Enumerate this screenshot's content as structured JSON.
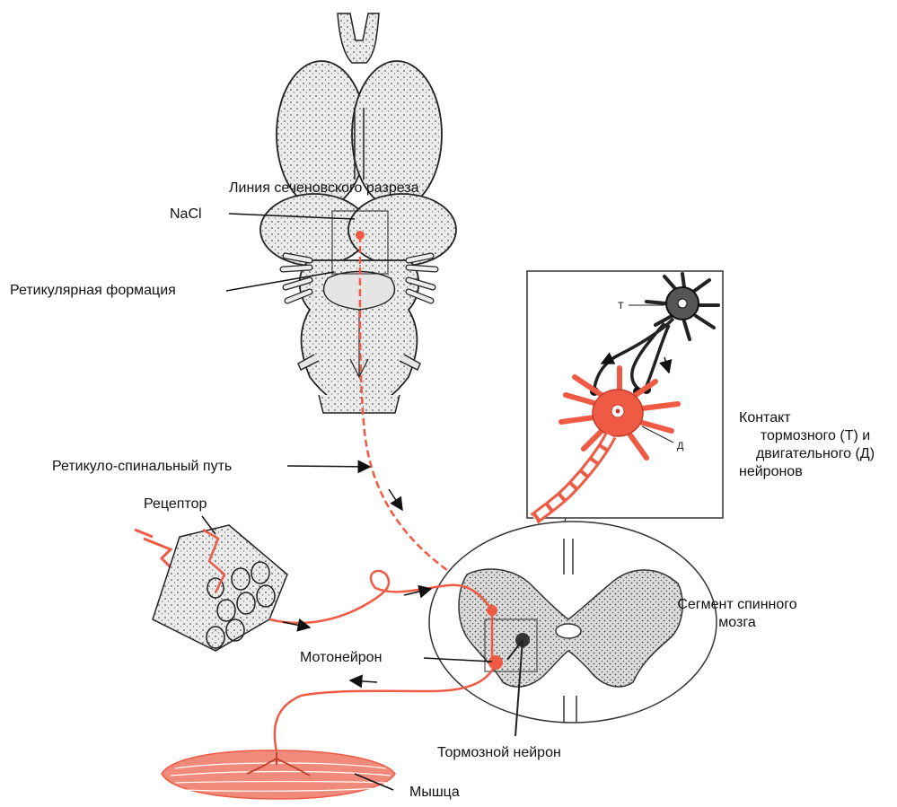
{
  "labels": {
    "section_line": "Линия сеченовского разреза",
    "nacl": "NaCl",
    "reticular": "Ретикулярная формация",
    "reticulo_spinal": "Ретикуло-спинальный путь",
    "receptor": "Рецептор",
    "motoneuron": "Мотонейрон",
    "inhib_neuron": "Тормозной нейрон",
    "muscle": "Мышца",
    "spinal_segment_1": "Сегмент спинного",
    "spinal_segment_2": "мозга",
    "contact_1": "Контакт",
    "contact_2": "тормозного (Т) и",
    "contact_3": "двигательного (Д)",
    "contact_4": "нейронов",
    "inset_t": "Т",
    "inset_d": "Д"
  },
  "colors": {
    "red": "#ef5a45",
    "ink": "#1a1a1a",
    "tissue": "#e8e8e8"
  }
}
